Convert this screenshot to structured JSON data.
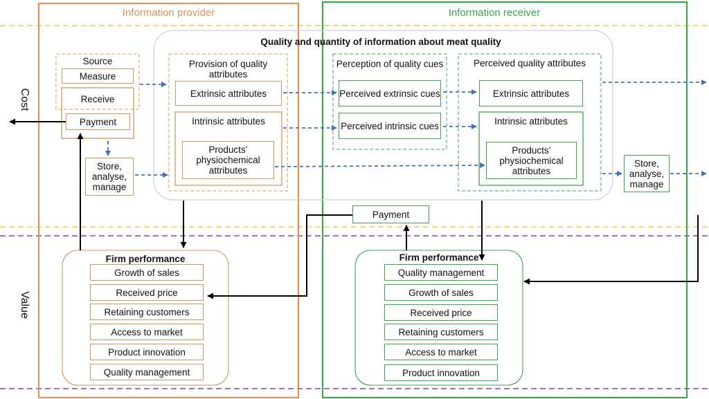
{
  "headers": {
    "provider": "Information provider",
    "receiver": "Information receiver",
    "main_title": "Quality and quantity of information about meat quality"
  },
  "axes": {
    "cost": "Cost",
    "value": "Value"
  },
  "provider": {
    "source": "Source",
    "measure": "Measure",
    "receive": "Receive",
    "payment": "Payment",
    "store": "Store, analyse, manage"
  },
  "provision": {
    "title": "Provision of quality attributes",
    "extrinsic": "Extrinsic attributes",
    "intrinsic": "Intrinsic attributes",
    "physio": "Products’ physiochemical attributes"
  },
  "perception": {
    "title": "Perception of quality cues",
    "extrinsic": "Perceived extrinsic cues",
    "intrinsic": "Perceived intrinsic cues"
  },
  "perceived": {
    "title": "Perceived quality attributes",
    "extrinsic": "Extrinsic attributes",
    "intrinsic": "Intrinsic attributes",
    "physio": "Products’ physiochemical attributes"
  },
  "receiver": {
    "store": "Store, analyse, manage",
    "payment": "Payment"
  },
  "firm_left": {
    "title": "Firm performance",
    "items": [
      "Growth of sales",
      "Received price",
      "Retaining customers",
      "Access to market",
      "Product innovation",
      "Quality management"
    ]
  },
  "firm_right": {
    "title": "Firm performance",
    "items": [
      "Quality management",
      "Growth of sales",
      "Received price",
      "Retaining customers",
      "Access to market",
      "Product innovation"
    ]
  },
  "colors": {
    "provider": "#d9925a",
    "receiver": "#3aa64a",
    "cost_line": "#f2c84b",
    "value_line": "#8b3fa8",
    "flow": "#3f72b8"
  }
}
